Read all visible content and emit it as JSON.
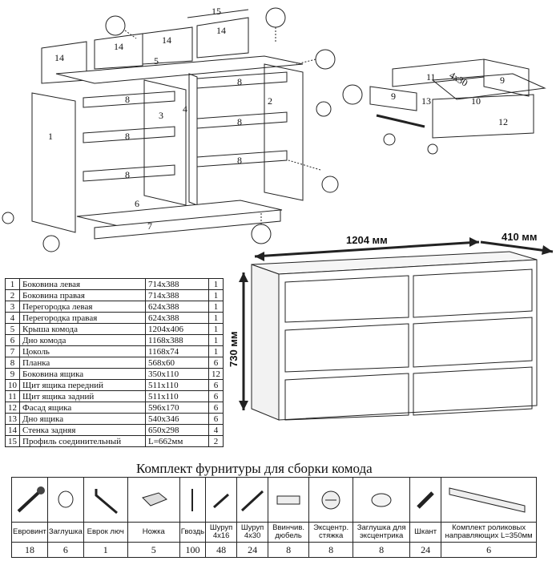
{
  "part_labels": [
    "1",
    "2",
    "3",
    "4",
    "5",
    "6",
    "7",
    "8",
    "9",
    "10",
    "11",
    "12",
    "13",
    "14",
    "15"
  ],
  "drawer_screw_label": "4x30",
  "dimensions": {
    "width": "1204 мм",
    "depth": "410 мм",
    "height": "730 мм"
  },
  "parts": [
    {
      "n": "1",
      "name": "Боковина левая",
      "size": "714x388",
      "qty": "1"
    },
    {
      "n": "2",
      "name": "Боковина правая",
      "size": "714x388",
      "qty": "1"
    },
    {
      "n": "3",
      "name": "Перегородка левая",
      "size": "624x388",
      "qty": "1"
    },
    {
      "n": "4",
      "name": "Перегородка правая",
      "size": "624x388",
      "qty": "1"
    },
    {
      "n": "5",
      "name": "Крыша комода",
      "size": "1204x406",
      "qty": "1"
    },
    {
      "n": "6",
      "name": "Дно комода",
      "size": "1168x388",
      "qty": "1"
    },
    {
      "n": "7",
      "name": "Цоколь",
      "size": "1168x74",
      "qty": "1"
    },
    {
      "n": "8",
      "name": "Планка",
      "size": "568x60",
      "qty": "6"
    },
    {
      "n": "9",
      "name": "Боковина ящика",
      "size": "350x110",
      "qty": "12"
    },
    {
      "n": "10",
      "name": "Щит ящика передний",
      "size": "511x110",
      "qty": "6"
    },
    {
      "n": "11",
      "name": "Щит ящика задний",
      "size": "511x110",
      "qty": "6"
    },
    {
      "n": "12",
      "name": "Фасад ящика",
      "size": "596x170",
      "qty": "6"
    },
    {
      "n": "13",
      "name": "Дно ящика",
      "size": "540x346",
      "qty": "6"
    },
    {
      "n": "14",
      "name": "Стенка задняя",
      "size": "650x298",
      "qty": "4"
    },
    {
      "n": "15",
      "name": "Профиль соединительный",
      "size": "L=662мм",
      "qty": "2"
    }
  ],
  "hardware_title": "Комплект фурнитуры для сборки комода",
  "hardware": [
    {
      "name": "Евровинт",
      "qty": "18",
      "icon": "screw-icon"
    },
    {
      "name": "Заглушка",
      "qty": "6",
      "icon": "cap-icon"
    },
    {
      "name": "Еврок люч",
      "qty": "1",
      "icon": "hex-key-icon"
    },
    {
      "name": "Ножка",
      "qty": "5",
      "icon": "foot-icon"
    },
    {
      "name": "Гвоздь",
      "qty": "100",
      "icon": "nail-icon"
    },
    {
      "name": "Шуруп 4х16",
      "qty": "48",
      "icon": "short-screw-icon"
    },
    {
      "name": "Шуруп 4х30",
      "qty": "24",
      "icon": "long-screw-icon"
    },
    {
      "name": "Ввинчив. дюбель",
      "qty": "8",
      "icon": "dowel-icon"
    },
    {
      "name": "Эксцентр. стяжка",
      "qty": "8",
      "icon": "cam-lock-icon"
    },
    {
      "name": "Заглушка для эксцентрика",
      "qty": "8",
      "icon": "cam-cap-icon"
    },
    {
      "name": "Шкант",
      "qty": "24",
      "icon": "wood-dowel-icon"
    },
    {
      "name": "Комплект роликовых направляющих L=350мм",
      "qty": "6",
      "icon": "drawer-slide-icon"
    }
  ]
}
